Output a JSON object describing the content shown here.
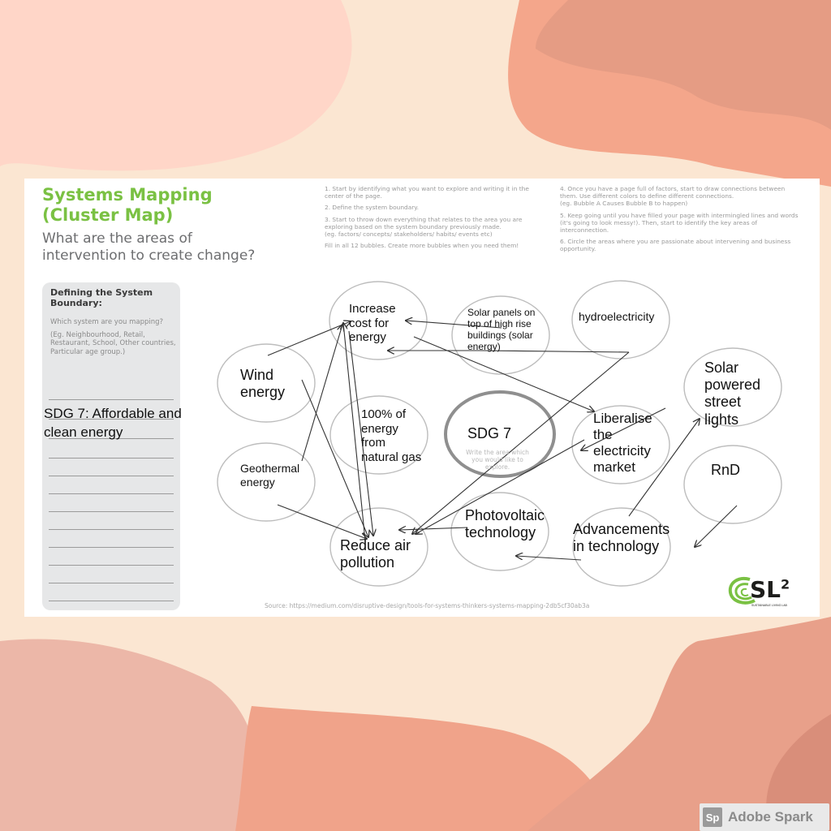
{
  "header": {
    "title_line1": "Systems Mapping",
    "title_line2": "(Cluster Map)",
    "subtitle_line1": "What are the areas of",
    "subtitle_line2": "intervention to create change?"
  },
  "instructions": {
    "col1": [
      "1. Start by identifying what you want to explore and writing it in the center of the page.",
      "2. Define the system boundary.",
      "3. Start to throw down everything that relates to the area you are exploring based on the system boundary previously made.\n(eg. factors/ concepts/ stakeholders/ habits/ events etc)",
      "Fill in all 12 bubbles. Create more bubbles when you need them!"
    ],
    "col2": [
      "4. Once you have a page full of factors, start to draw connections between them. Use different colors to define different connections.\n(eg. Bubble A Causes Bubble B to happen)",
      "5. Keep going until you have filled your page with intermingled lines and words (it's going to look messy!). Then, start to identify the key areas of interconnection.",
      "6. Circle the areas where you are passionate about intervening and business opportunity."
    ]
  },
  "boundary": {
    "heading": "Defining the System Boundary:",
    "question": "Which system are you mapping?",
    "examples": "(Eg. Neighbourhood, Retail, Restaurant, School, Other countries, Particular age group.)",
    "answer": "SDG 7: Affordable and clean energy"
  },
  "diagram": {
    "center": {
      "label": "SDG 7",
      "sub": "Write the area which you would like to explore."
    },
    "nodes": [
      {
        "id": "increase-cost",
        "label": "Increase\ncost for\nenergy"
      },
      {
        "id": "solar-panels",
        "label": "Solar panels on\ntop of high rise\nbuildings (solar\nenergy)"
      },
      {
        "id": "hydroelectricity",
        "label": "hydroelectricity"
      },
      {
        "id": "wind-energy",
        "label": "Wind\nenergy"
      },
      {
        "id": "natural-gas",
        "label": "100% of\nenergy\nfrom\nnatural gas"
      },
      {
        "id": "liberalise-market",
        "label": "Liberalise\nthe\nelectricity\nmarket"
      },
      {
        "id": "solar-street-lights",
        "label": "Solar\npowered\nstreet\nlights"
      },
      {
        "id": "geothermal",
        "label": "Geothermal\nenergy"
      },
      {
        "id": "rnd",
        "label": "RnD"
      },
      {
        "id": "reduce-pollution",
        "label": "Reduce air\npollution"
      },
      {
        "id": "photovoltaic",
        "label": "Photovoltaic\ntechnology"
      },
      {
        "id": "advancements",
        "label": "Advancements\nin technology"
      }
    ]
  },
  "source": "Source: https://medium.com/disruptive-design/tools-for-systems-thinkers-systems-mapping-2db5cf30ab3a",
  "logo": {
    "text": "SL",
    "sup": "2",
    "caption": "SUSTAINABLE LIVING LAB"
  },
  "watermark": {
    "icon": "Sp",
    "text": "Adobe Spark"
  },
  "colors": {
    "title_green": "#7ac143",
    "blob": "#f2a48b",
    "background": "#fbe6d2"
  }
}
